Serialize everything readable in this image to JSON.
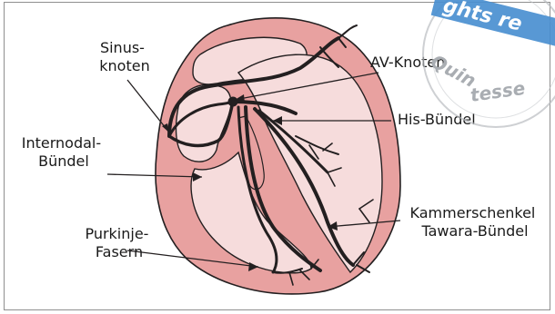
{
  "labels": {
    "sinusknoten": [
      "Sinus-",
      "knoten"
    ],
    "internodal": [
      "Internodal-",
      "Bündel"
    ],
    "purkinje": [
      "Purkinje-",
      "Fasern"
    ],
    "av_knoten": "AV-Knoten",
    "his_buendel": "His-Bündel",
    "kammerschenkel": [
      "Kammerschenkel",
      "Tawara-Bündel"
    ]
  },
  "watermark": {
    "banner_text": "ghts re",
    "ring_text_1": "Quin",
    "ring_text_2": "tesse"
  },
  "colors": {
    "heart_outer": "#e8a1a0",
    "heart_inner": "#f6dcdc",
    "outline": "#231f20",
    "watermark_blue": "#4a8fd0"
  }
}
